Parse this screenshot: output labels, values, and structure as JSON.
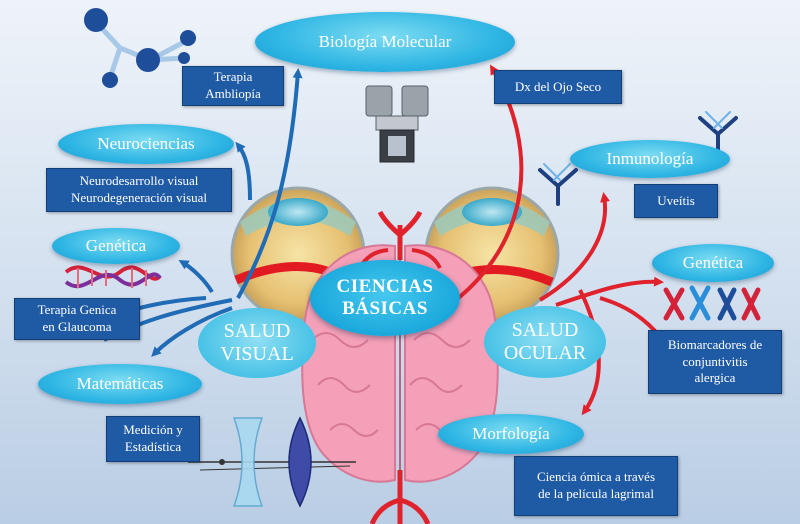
{
  "central": {
    "line1": "CIENCIAS",
    "line2": "BÁSICAS"
  },
  "salud_visual": {
    "line1": "SALUD",
    "line2": "VISUAL"
  },
  "salud_ocular": {
    "line1": "SALUD",
    "line2": "OCULAR"
  },
  "fields": {
    "biologia_molecular": "Biología Molecular",
    "neurociencias": "Neurociencias",
    "genetica_left": "Genética",
    "matematicas": "Matemáticas",
    "inmunologia": "Inmunología",
    "genetica_right": "Genética",
    "morfologia": "Morfología"
  },
  "applications": {
    "terapia_ambliopia": [
      "Terapia",
      "Ambliopía"
    ],
    "dx_ojo_seco": [
      "Dx del Ojo Seco"
    ],
    "neuro": [
      "Neurodesarrollo visual",
      "Neurodegeneración visual"
    ],
    "terapia_genica": [
      "Terapia Genica",
      "en Glaucoma"
    ],
    "medicion": [
      "Medición y",
      "Estadística"
    ],
    "uveitis": [
      "Uveítis"
    ],
    "biomarcadores": [
      "Biomarcadores de",
      "conjuntivitis",
      "alergica"
    ],
    "ciencia_omica": [
      "Ciencia ómica a través",
      "de la película lagrimal"
    ]
  },
  "colors": {
    "oval_fill": "#2fb6e4",
    "box_fill": "#1f5aa5",
    "arrow_left": "#1f6bb5",
    "arrow_right": "#e0222c",
    "brain": "#f3a0b8",
    "background": "#d3e0ef"
  },
  "icons": [
    "molecule-icon",
    "microscope-icon",
    "antibody-icon",
    "dna-helix-icon",
    "chromosomes-icon",
    "lens-optics-icon",
    "eyeball-icon",
    "brain-icon"
  ]
}
